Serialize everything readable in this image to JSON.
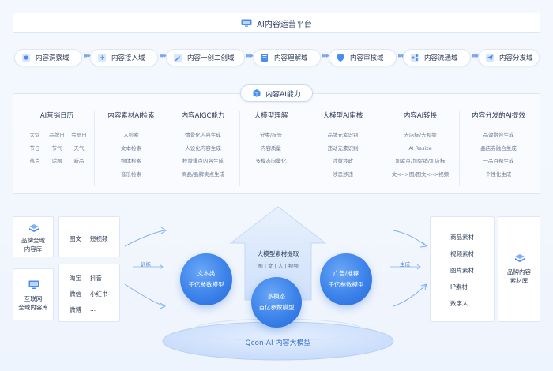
{
  "header": {
    "title": "AI内容运营平台",
    "icon": "monitor-icon"
  },
  "pipeline": [
    {
      "label": "内容洞察域",
      "icon": "eye-icon"
    },
    {
      "label": "内容接入域",
      "icon": "import-icon"
    },
    {
      "label": "内容一创二创域",
      "icon": "create-icon"
    },
    {
      "label": "内容理解域",
      "icon": "document-icon"
    },
    {
      "label": "内容审核域",
      "icon": "shield-icon"
    },
    {
      "label": "内容流通域",
      "icon": "share-icon"
    },
    {
      "label": "内容分发域",
      "icon": "send-icon"
    }
  ],
  "capability": {
    "tag": "内容AI能力",
    "columns": [
      {
        "title": "AI营销日历",
        "grid": [
          "大促",
          "品牌日",
          "会员日",
          "节日",
          "节气",
          "天气",
          "热点",
          "话题",
          "新品"
        ]
      },
      {
        "title": "内容素材AI检索",
        "items": [
          "人检索",
          "文本检索",
          "物体检索",
          "音乐检索"
        ]
      },
      {
        "title": "内容AIGC能力",
        "items": [
          "情景化内容生成",
          "人设化内容生成",
          "权益爆点内容生成",
          "商品/品牌卖点生成"
        ]
      },
      {
        "title": "大模型理解",
        "items": [
          "分类/标签",
          "内容质量",
          "多模态向量化"
        ]
      },
      {
        "title": "大模型AI审核",
        "items": [
          "品牌元素识别",
          "违动元素识别",
          "涉黄涉政",
          "涉恶涉违"
        ]
      },
      {
        "title": "内容AI转换",
        "items": [
          "去店标/去视频",
          "AI Resize",
          "加素点/加促销/加店标",
          "文<-->图/图文<-->视频"
        ]
      },
      {
        "title": "内容分发的AI提效",
        "items": [
          "品效融合生成",
          "品店券融合生成",
          "一品百帮生成",
          "个性化生成"
        ]
      }
    ]
  },
  "left": {
    "sources": [
      {
        "label_line1": "品牌全域",
        "label_line2": "内容库",
        "icon": "database-icon"
      },
      {
        "label_line1": "互联网",
        "label_line2": "全域内容库",
        "icon": "monitor-icon"
      }
    ],
    "box1": [
      "图文",
      "短视频"
    ],
    "box2": [
      "淘宝",
      "抖音",
      "微信",
      "小红书",
      "微博",
      "..."
    ]
  },
  "center": {
    "train_label": "训练",
    "generate_label": "生成",
    "pyramid_title": "大模型素材提取",
    "pyramid_sub": "图 | 文 | 人 | 视频",
    "spheres": [
      {
        "line1": "文本类",
        "line2": "千亿参数模型"
      },
      {
        "line1": "多模态",
        "line2": "百亿参数模型"
      },
      {
        "line1": "广告/推荐",
        "line2": "千亿参数模型"
      }
    ],
    "base_label": "Qcon-AI 内容大模型"
  },
  "right": {
    "items": [
      "商品素材",
      "视频素材",
      "图片素材",
      "IP素材",
      "数字人"
    ],
    "target_line1": "品牌内容",
    "target_line2": "素材库",
    "icon": "database-icon"
  },
  "colors": {
    "accent": "#3b82ea",
    "border": "#dde7f5",
    "background": "#f2f6fd"
  }
}
